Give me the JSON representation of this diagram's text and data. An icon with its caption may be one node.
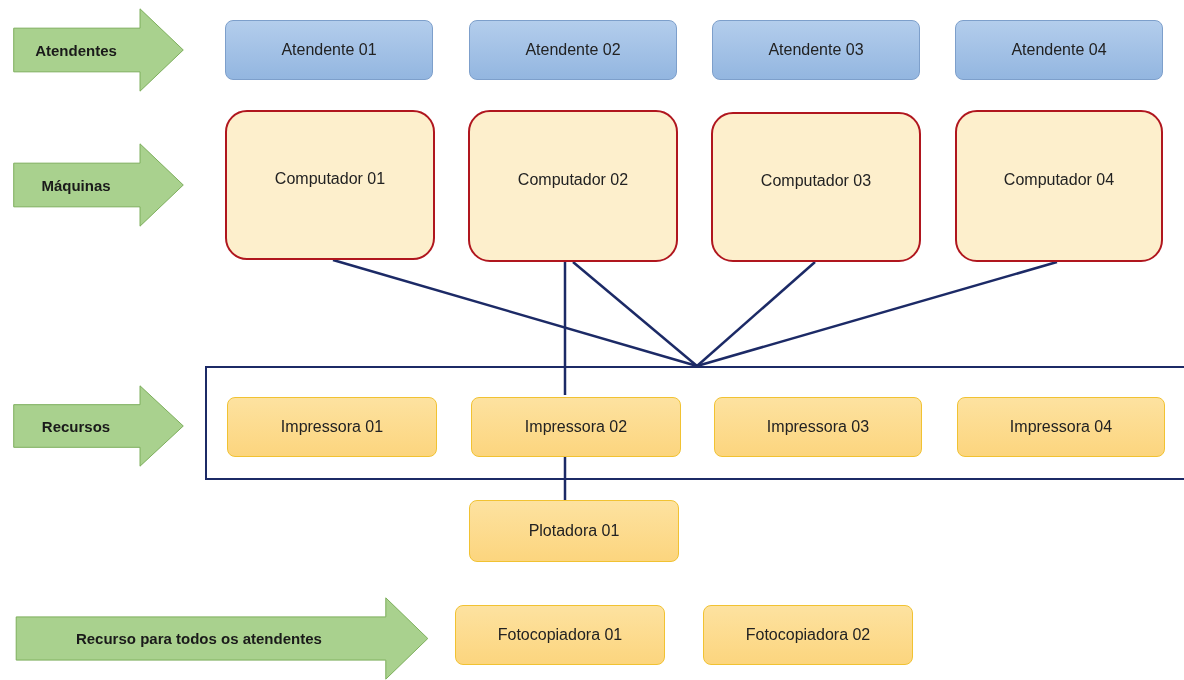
{
  "diagram": {
    "nodes": [
      {
        "text": [
          "Atendentes"
        ]
      },
      {
        "text": [
          "Atendente 01"
        ]
      },
      {
        "text": [
          "Atendente 02"
        ]
      },
      {
        "text": [
          "Atendente 03"
        ]
      },
      {
        "text": [
          "Atendente 04"
        ]
      },
      {
        "text": [
          "Máquinas"
        ]
      },
      {
        "text": [
          "Computador 01"
        ]
      },
      {
        "text": [
          "Computador 02"
        ]
      },
      {
        "text": [
          "Computador 03"
        ]
      },
      {
        "text": [
          "Computador 04"
        ]
      },
      {
        "text": [
          "Recursos"
        ]
      },
      {
        "text": [],
        "shape": "box"
      },
      {
        "text": [
          "Impressora 01"
        ],
        "in": 11
      },
      {
        "text": [
          "Impressora 02"
        ],
        "in": 11
      },
      {
        "text": [
          "Impressora 03"
        ],
        "in": 11
      },
      {
        "text": [
          "Impressora 04"
        ],
        "in": 11
      },
      {
        "text": [
          "Plotadora 01"
        ]
      },
      {
        "text": [
          "Recurso para todos os atendentes"
        ]
      },
      {
        "text": [
          "Fotocopiadora 01"
        ]
      },
      {
        "text": [
          "Fotocopiadora 02"
        ]
      }
    ],
    "edges": [
      {
        "from": 6,
        "to": 11,
        "arrow": "none"
      },
      {
        "from": 7,
        "to": 11,
        "arrow": "none"
      },
      {
        "from": 8,
        "to": 11,
        "arrow": "none"
      },
      {
        "from": 9,
        "to": 11,
        "arrow": "none"
      },
      {
        "from": 7,
        "to": 13,
        "arrow": "none"
      },
      {
        "from": 13,
        "to": 16,
        "arrow": "none"
      }
    ]
  }
}
